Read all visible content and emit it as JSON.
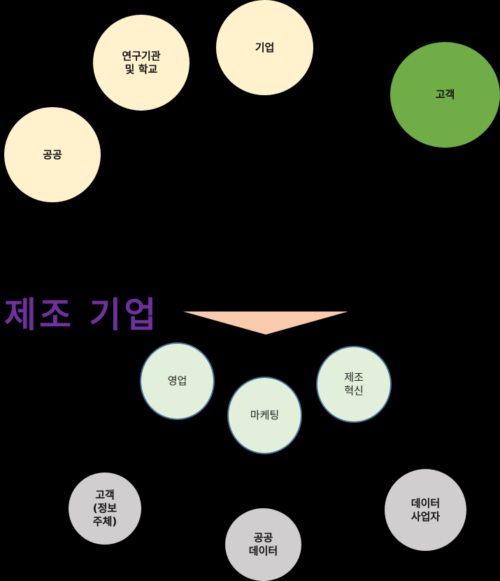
{
  "top_nodes": [
    {
      "label": "공공",
      "color": "#FFF2CC"
    },
    {
      "label": "연구기관\n및 학교",
      "color": "#FFF2CC"
    },
    {
      "label": "기업",
      "color": "#FFF2CC"
    },
    {
      "label": "고객",
      "color": "#70AD47"
    }
  ],
  "company": {
    "title": "제조 기업",
    "title_color": "#7030A0",
    "funnel_color": "#F8CBAD",
    "departments": [
      {
        "label": "영업"
      },
      {
        "label": "마케팅"
      },
      {
        "label": "제조\n혁신"
      }
    ]
  },
  "bottom_nodes": [
    {
      "label": "고객\n(정보\n주체)"
    },
    {
      "label": "공공\n데이터"
    },
    {
      "label": "데이터\n사업자"
    }
  ]
}
